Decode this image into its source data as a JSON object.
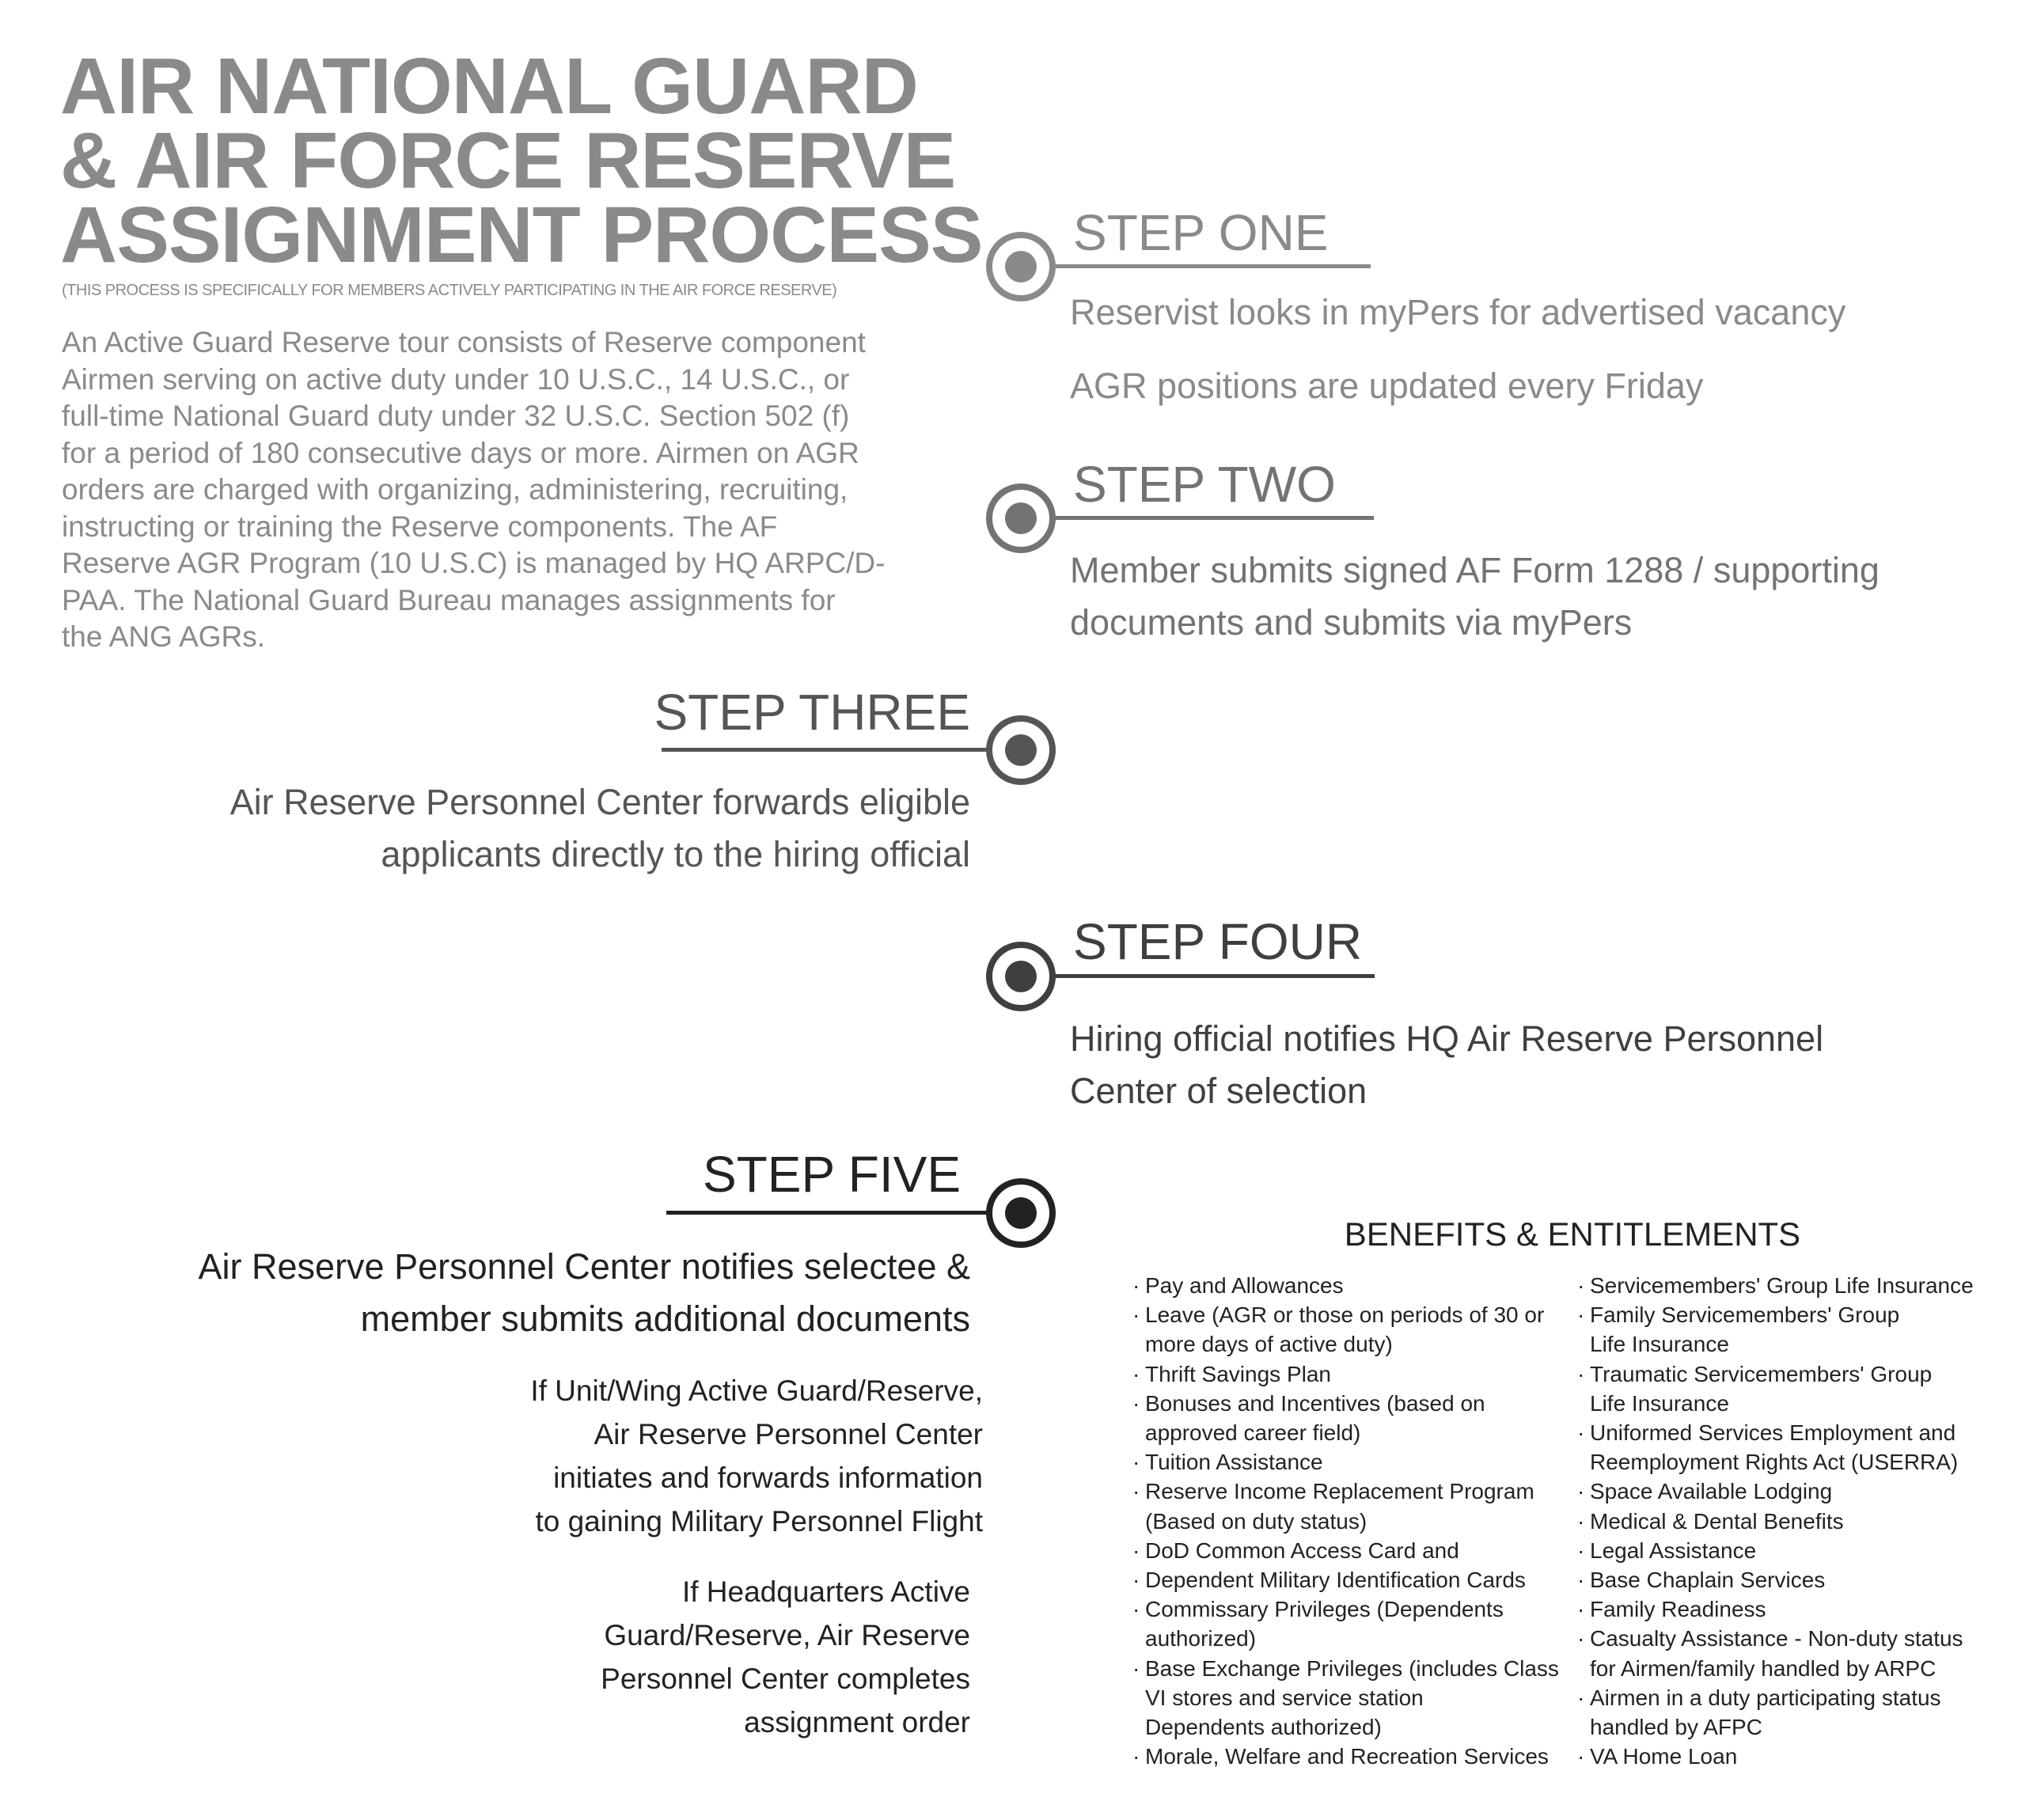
{
  "title": {
    "lines": [
      "AIR NATIONAL GUARD",
      "& AIR FORCE RESERVE",
      "ASSIGNMENT PROCESS"
    ],
    "subtitle": "(THIS PROCESS IS SPECIFICALLY FOR MEMBERS ACTIVELY PARTICIPATING IN THE AIR FORCE RESERVE)"
  },
  "intro": [
    "An Active Guard Reserve tour consists of Reserve component",
    "Airmen serving on active duty under 10 U.S.C., 14 U.S.C., or",
    "full-time National Guard duty under 32 U.S.C. Section 502 (f)",
    "for a period of 180 consecutive days or more. Airmen on AGR",
    "orders are charged with organizing, administering, recruiting,",
    "instructing or training the Reserve components. The AF",
    "Reserve AGR Program (10 U.S.C) is managed by HQ ARPC/D-",
    "PAA. The National Guard Bureau manages assignments for",
    "the ANG AGRs."
  ],
  "steps": [
    {
      "label": "STEP ONE",
      "color": "#8a8a8a",
      "lines": [
        "Reservist looks in myPers for advertised vacancy",
        "AGR positions are updated every Friday"
      ]
    },
    {
      "label": "STEP TWO",
      "color": "#737373",
      "lines": [
        "Member submits signed AF Form 1288 / supporting",
        "documents and submits via myPers"
      ]
    },
    {
      "label": "STEP THREE",
      "color": "#555555",
      "lines": [
        "Air Reserve Personnel Center forwards eligible",
        "applicants directly to the hiring official"
      ]
    },
    {
      "label": "STEP FOUR",
      "color": "#3f3f3f",
      "lines": [
        "Hiring official notifies HQ Air Reserve Personnel",
        "Center of selection"
      ]
    },
    {
      "label": "STEP FIVE",
      "color": "#222222",
      "lines": [
        "Air Reserve Personnel Center notifies selectee &",
        "member submits additional documents"
      ]
    }
  ],
  "step_five_details": [
    [
      "If Unit/Wing Active Guard/Reserve,",
      "Air Reserve Personnel Center",
      "initiates and forwards information",
      "to gaining Military Personnel Flight"
    ],
    [
      "If Headquarters Active",
      "Guard/Reserve, Air Reserve",
      "Personnel Center completes",
      "assignment order"
    ]
  ],
  "benefits": {
    "heading": "BENEFITS & ENTITLEMENTS",
    "bullet": "·",
    "left": [
      [
        "Pay and Allowances"
      ],
      [
        "Leave (AGR or those on periods of 30 or",
        "more days of active duty)"
      ],
      [
        "Thrift Savings Plan"
      ],
      [
        "Bonuses and Incentives (based on",
        "approved career field)"
      ],
      [
        "Tuition Assistance"
      ],
      [
        "Reserve Income Replacement Program",
        "(Based on duty status)"
      ],
      [
        "DoD Common Access Card and"
      ],
      [
        "Dependent Military Identification Cards"
      ],
      [
        "Commissary Privileges (Dependents",
        "authorized)"
      ],
      [
        "Base Exchange Privileges (includes Class",
        "VI stores and service station",
        "Dependents authorized)"
      ],
      [
        "Morale, Welfare and Recreation Services"
      ]
    ],
    "right": [
      [
        "Servicemembers' Group Life Insurance"
      ],
      [
        "Family Servicemembers' Group",
        "Life Insurance"
      ],
      [
        "Traumatic Servicemembers' Group",
        "Life Insurance"
      ],
      [
        "Uniformed Services Employment and",
        "Reemployment Rights Act (USERRA)"
      ],
      [
        "Space Available Lodging"
      ],
      [
        "Medical & Dental Benefits"
      ],
      [
        "Legal Assistance"
      ],
      [
        "Base Chaplain Services"
      ],
      [
        "Family Readiness"
      ],
      [
        "Casualty Assistance - Non-duty status",
        "for Airmen/family handled by ARPC"
      ],
      [
        "Airmen in a duty participating status",
        "handled by AFPC"
      ],
      [
        "VA Home Loan"
      ]
    ]
  }
}
